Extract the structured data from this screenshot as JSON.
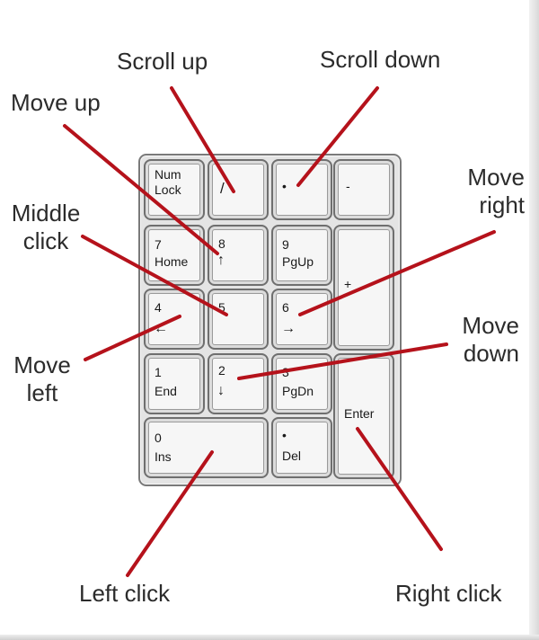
{
  "callouts": {
    "scroll_up": "Scroll up",
    "scroll_down": "Scroll down",
    "move_up": "Move up",
    "middle_click": "Middle\nclick",
    "move_left": "Move\nleft",
    "move_right": "Move\nright",
    "move_down": "Move\ndown",
    "left_click": "Left click",
    "right_click": "Right click"
  },
  "keys": {
    "numlock": "Num\nLock",
    "divide": "/",
    "multiply": "•",
    "minus": "-",
    "plus": "+",
    "k7": "7\nHome",
    "k8": "8",
    "k9": "9\nPgUp",
    "k4": "4",
    "k5": "5",
    "k6": "6",
    "k1": "1\nEnd",
    "k2": "2",
    "k3": "3\nPgDn",
    "k0": "0\nIns",
    "decimal": "•\nDel",
    "enter": "Enter",
    "arrow_up": "↑",
    "arrow_left": "←",
    "arrow_right": "→",
    "arrow_down": "↓"
  },
  "colors": {
    "leader_line": "#b5121b",
    "key_face": "#f6f6f6",
    "key_border": "#6f6f6f",
    "text": "#2b2b2b"
  }
}
